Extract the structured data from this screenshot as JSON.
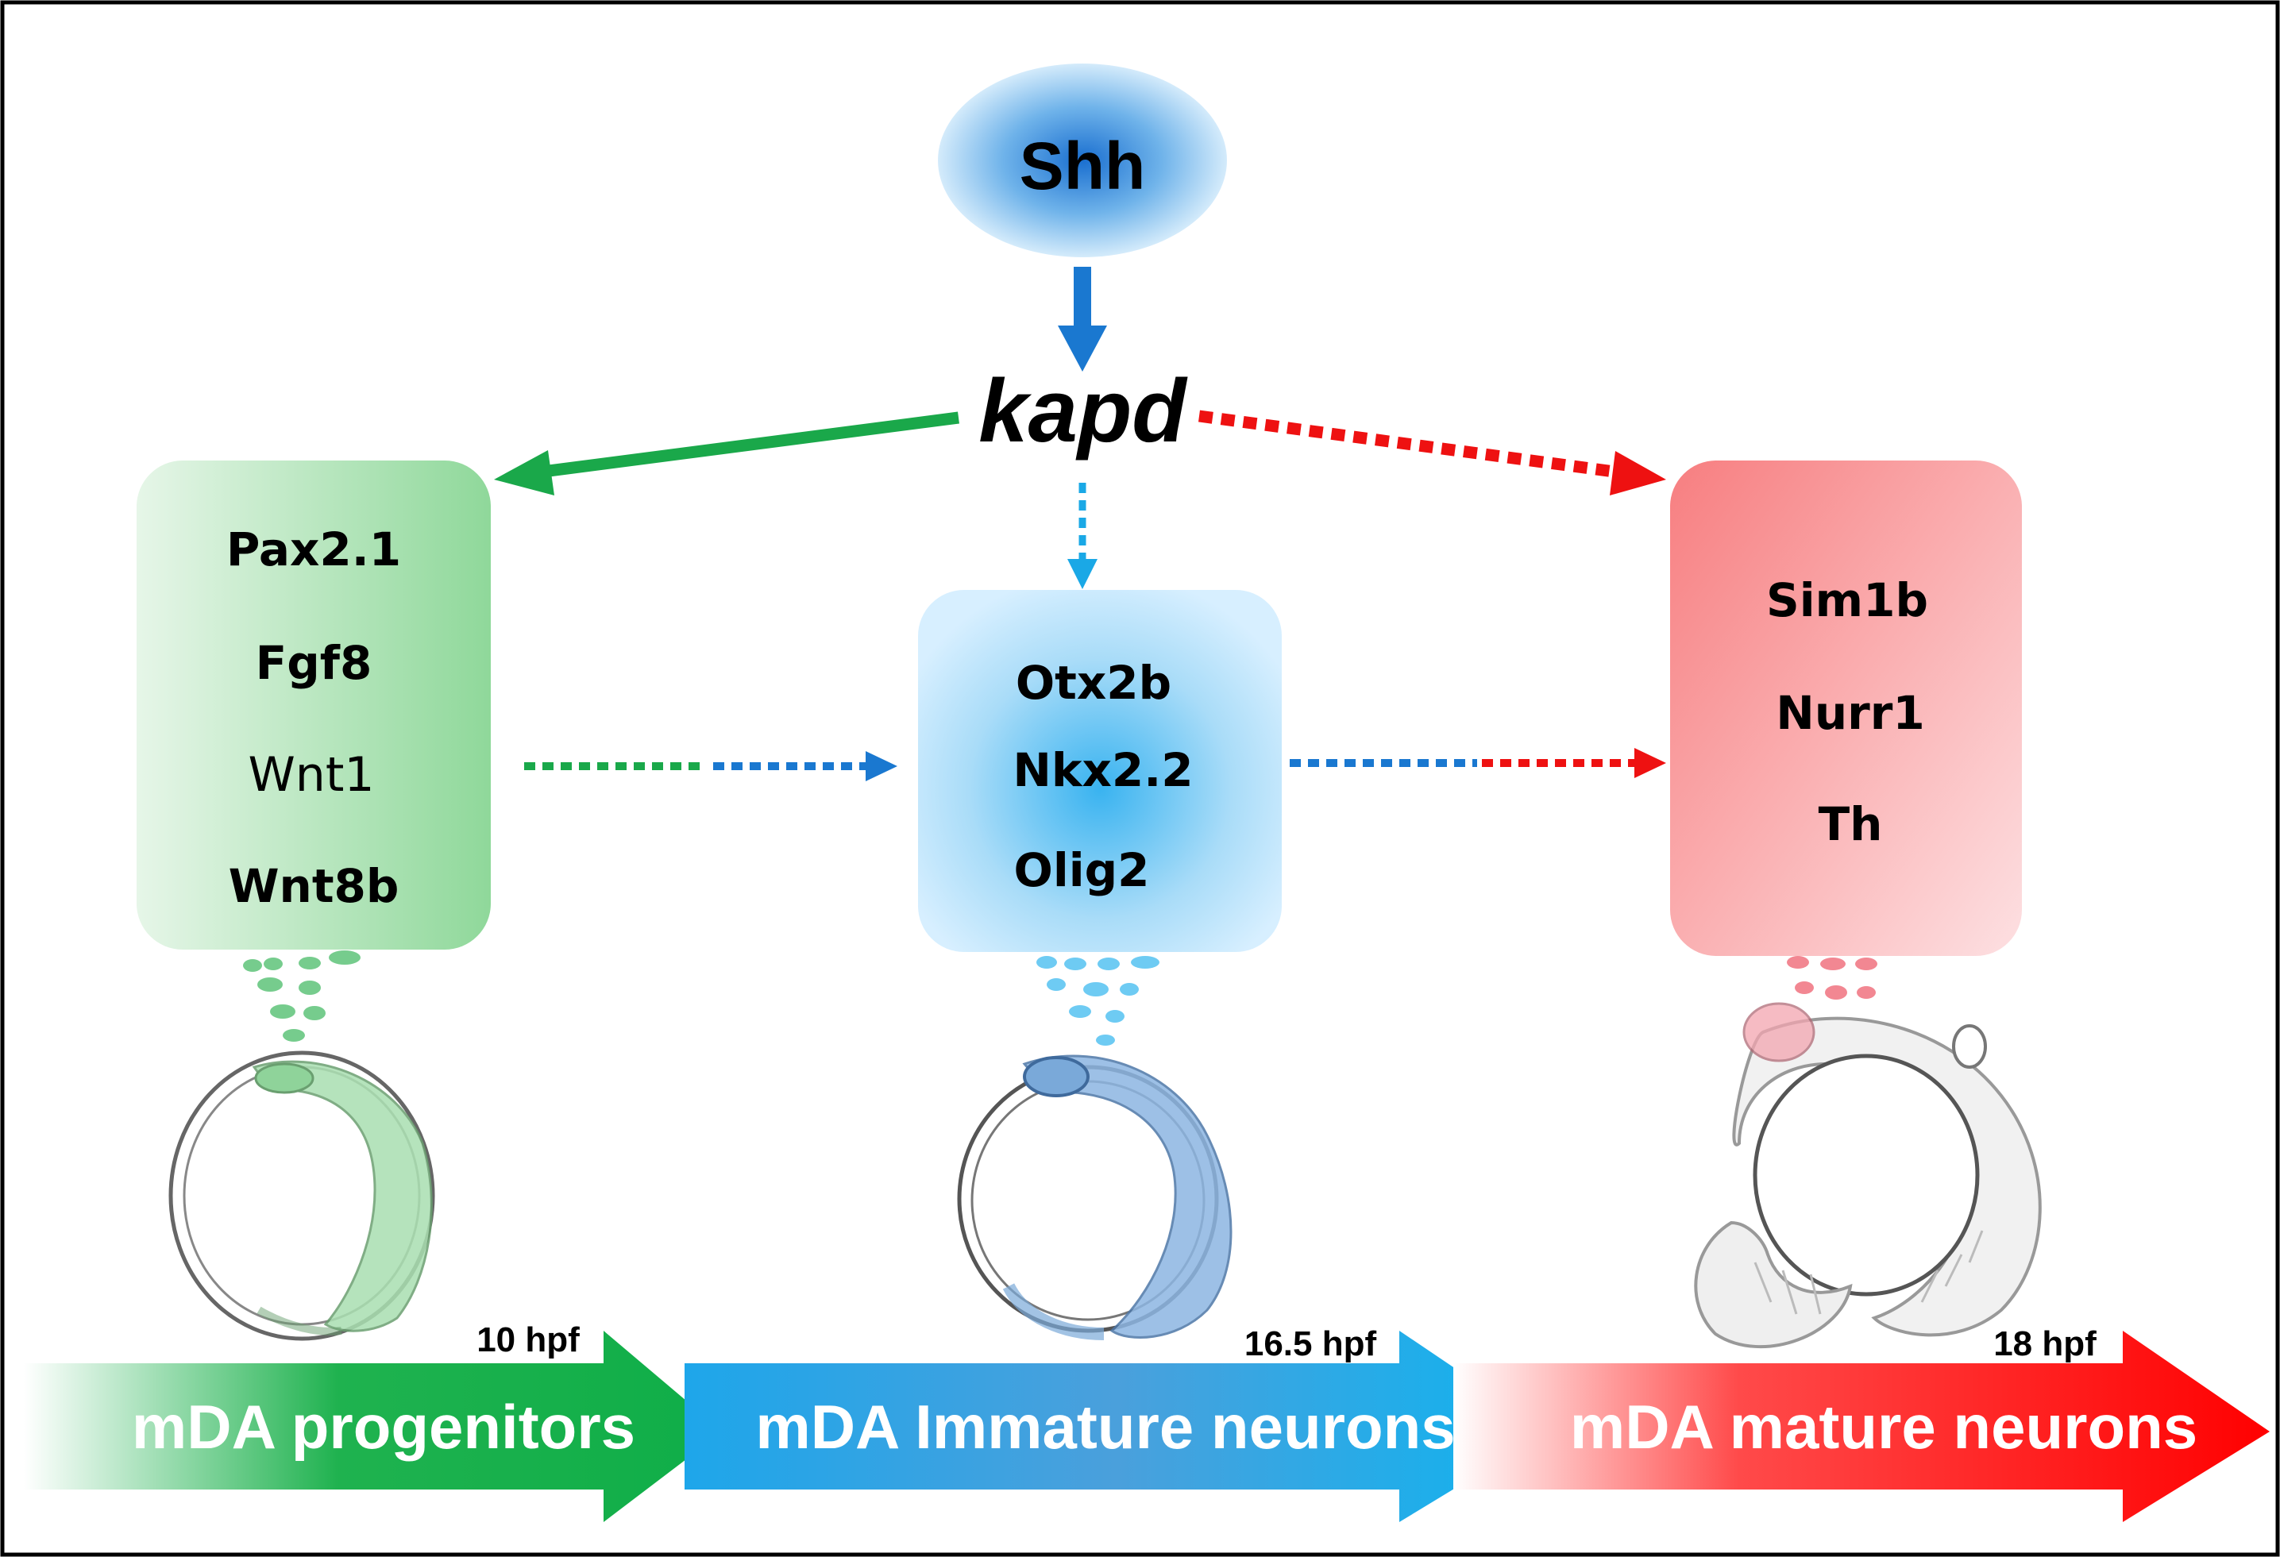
{
  "signal": {
    "label": "Shh"
  },
  "gene": {
    "label": "kapd"
  },
  "stages": [
    {
      "id": "progenitors",
      "markers": [
        "Pax2.1",
        "Fgf8",
        "Wnt1",
        "Wnt8b"
      ],
      "timepoint": "10 hpf",
      "label": "mDA progenitors",
      "color": "#1bb04a"
    },
    {
      "id": "immature",
      "markers": [
        "Otx2b",
        "Nkx2.2",
        "Olig2"
      ],
      "timepoint": "16.5 hpf",
      "label": "mDA Immature neurons",
      "color": "#1aa8e6"
    },
    {
      "id": "mature",
      "markers": [
        "Sim1b",
        "Nurr1",
        "Th"
      ],
      "timepoint": "18 hpf",
      "label": "mDA mature neurons",
      "color": "#ff1a1a"
    }
  ],
  "colors": {
    "shh_blue": "#1a78d0",
    "kapd_to_progenitor": "#1aa84a",
    "kapd_to_immature": "#1aa8e6",
    "kapd_to_mature": "#ee1111",
    "embryo_green": "#8fd39a",
    "embryo_blue": "#7aa9d9",
    "embryo_red": "#f3a5b0"
  }
}
